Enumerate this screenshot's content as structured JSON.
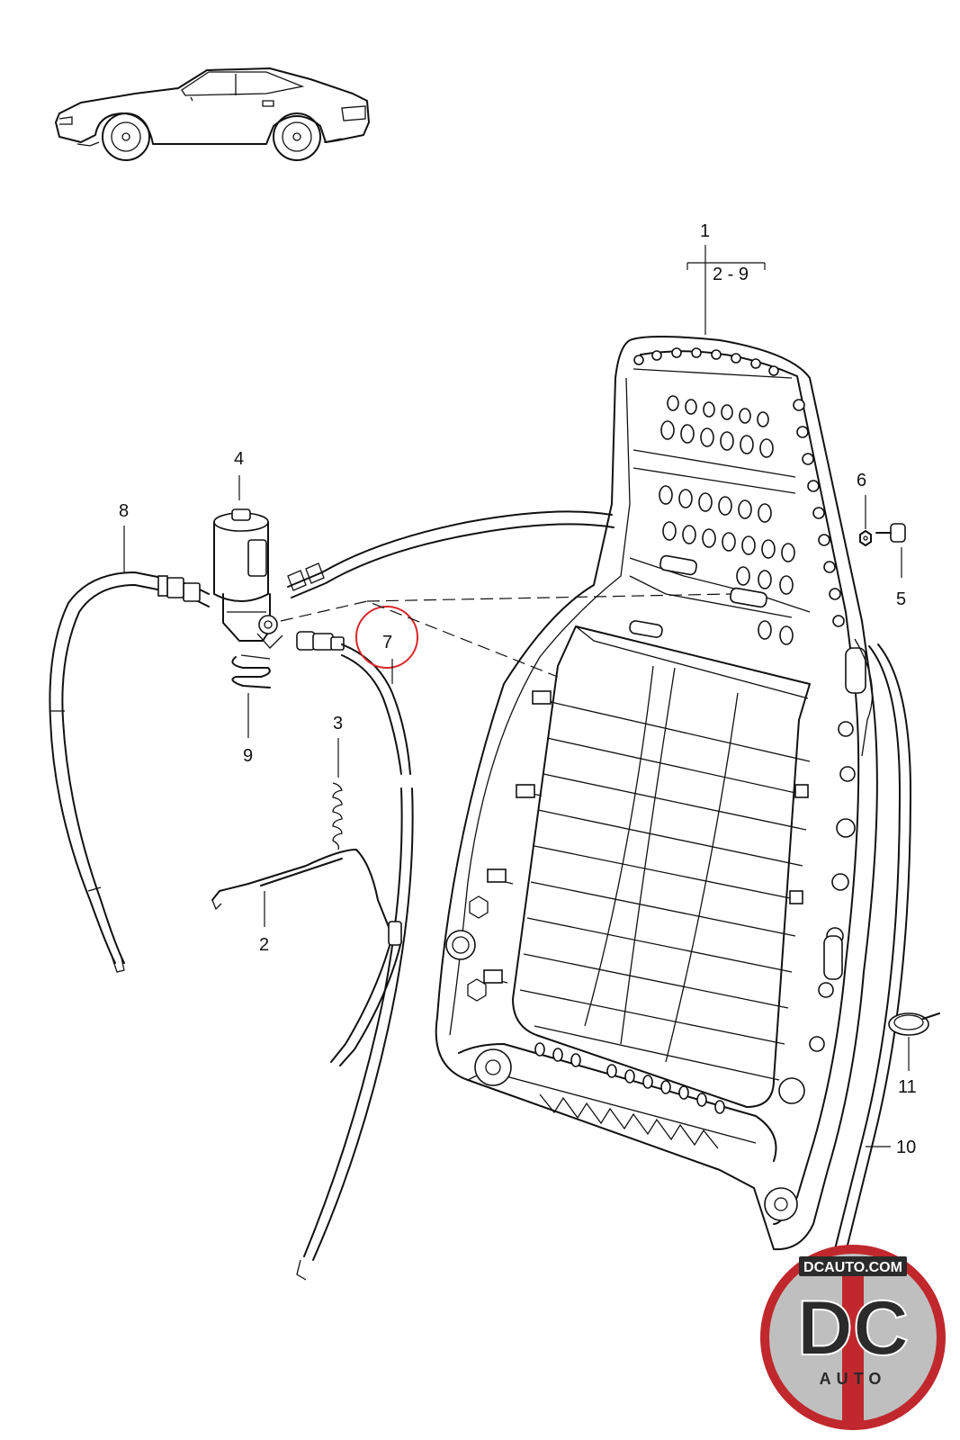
{
  "diagram": {
    "part_labels": [
      {
        "id": "p1",
        "text": "1"
      },
      {
        "id": "p1range",
        "text": "2 - 9"
      },
      {
        "id": "p2",
        "text": "2"
      },
      {
        "id": "p3",
        "text": "3"
      },
      {
        "id": "p4",
        "text": "4"
      },
      {
        "id": "p5",
        "text": "5"
      },
      {
        "id": "p6",
        "text": "6"
      },
      {
        "id": "p7",
        "text": "7"
      },
      {
        "id": "p8",
        "text": "8"
      },
      {
        "id": "p9",
        "text": "9"
      },
      {
        "id": "p10",
        "text": "10"
      },
      {
        "id": "p11",
        "text": "11"
      }
    ],
    "highlight": {
      "label": "7",
      "color": "#d9262a"
    }
  },
  "watermark": {
    "site": "DCAUTO.COM",
    "brand": "DC",
    "sub": "AUTO",
    "colors": {
      "red": "#c0282d",
      "silver": "#bfbfbf",
      "dark": "#2b2b2b"
    }
  },
  "icons": [
    "car-thumbnail-icon",
    "seat-frame-icon",
    "motor-icon",
    "cable-icon",
    "spring-icon",
    "clip-icon",
    "bolt-icon",
    "washer-icon",
    "hose-clamp-icon"
  ]
}
